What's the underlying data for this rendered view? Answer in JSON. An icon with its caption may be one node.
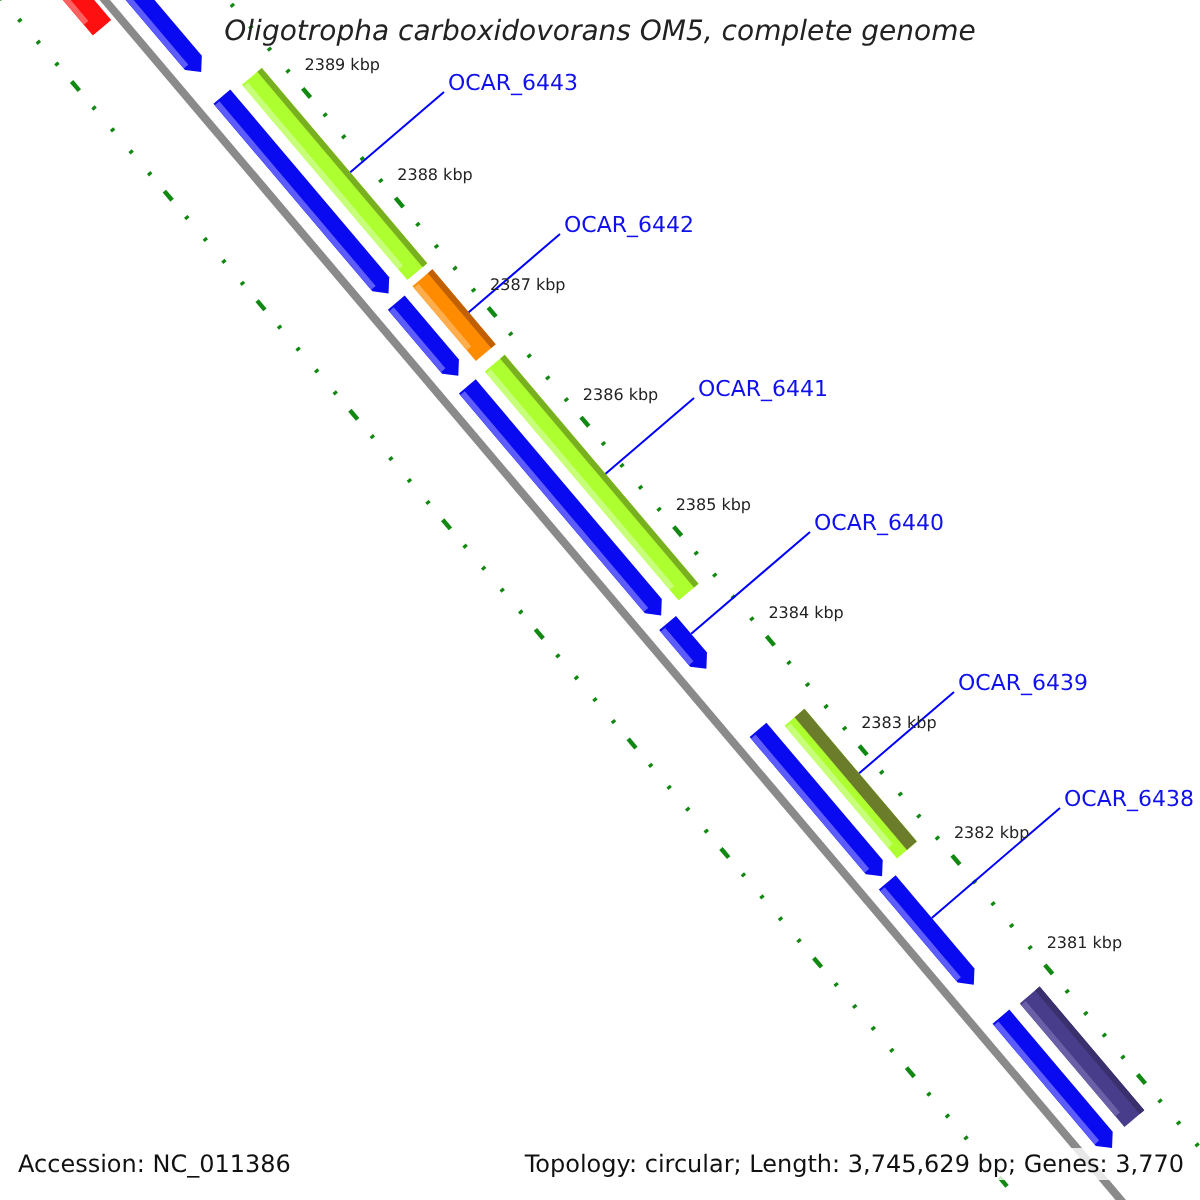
{
  "diagram": {
    "title": "Oligotropha carboxidovorans OM5, complete genome",
    "nodes": [
      {
        "text": [
          "OCAR_6443"
        ]
      },
      {
        "text": [
          "OCAR_6442"
        ]
      },
      {
        "text": [
          "OCAR_6441"
        ]
      },
      {
        "text": [
          "OCAR_6440"
        ]
      },
      {
        "text": [
          "OCAR_6439"
        ]
      },
      {
        "text": [
          "OCAR_6438"
        ]
      },
      {
        "text": [],
        "shape": "bar"
      },
      {
        "text": [],
        "shape": "bar"
      },
      {
        "text": [],
        "shape": "bar"
      },
      {
        "text": [],
        "shape": "bar"
      },
      {
        "text": [],
        "shape": "bar"
      },
      {
        "text": [],
        "shape": "bar"
      },
      {
        "text": [],
        "shape": "bar"
      },
      {
        "text": [],
        "shape": "bar"
      },
      {
        "text": [],
        "shape": "bar"
      },
      {
        "text": [],
        "shape": "bar"
      },
      {
        "text": [],
        "shape": "bar"
      },
      {
        "text": [],
        "shape": "bar"
      },
      {
        "text": [],
        "shape": "bar"
      },
      {
        "text": [],
        "shape": "bar"
      }
    ],
    "edges": [
      {
        "from": 0,
        "to": 8,
        "arrow": "none"
      },
      {
        "from": 1,
        "to": 11,
        "arrow": "none"
      },
      {
        "from": 2,
        "to": 13,
        "arrow": "none"
      },
      {
        "from": 3,
        "to": 14,
        "arrow": "none"
      },
      {
        "from": 4,
        "to": 16,
        "arrow": "none"
      },
      {
        "from": 5,
        "to": 17,
        "arrow": "none"
      }
    ],
    "labels": [
      "2389 kbp",
      "2388 kbp",
      "2387 kbp",
      "2386 kbp",
      "2385 kbp",
      "2384 kbp",
      "2383 kbp",
      "2382 kbp",
      "2381 kbp",
      "Accession: NC_011386",
      "Topology: circular; Length: 3,745,629 bp; Genes: 3,770"
    ]
  }
}
